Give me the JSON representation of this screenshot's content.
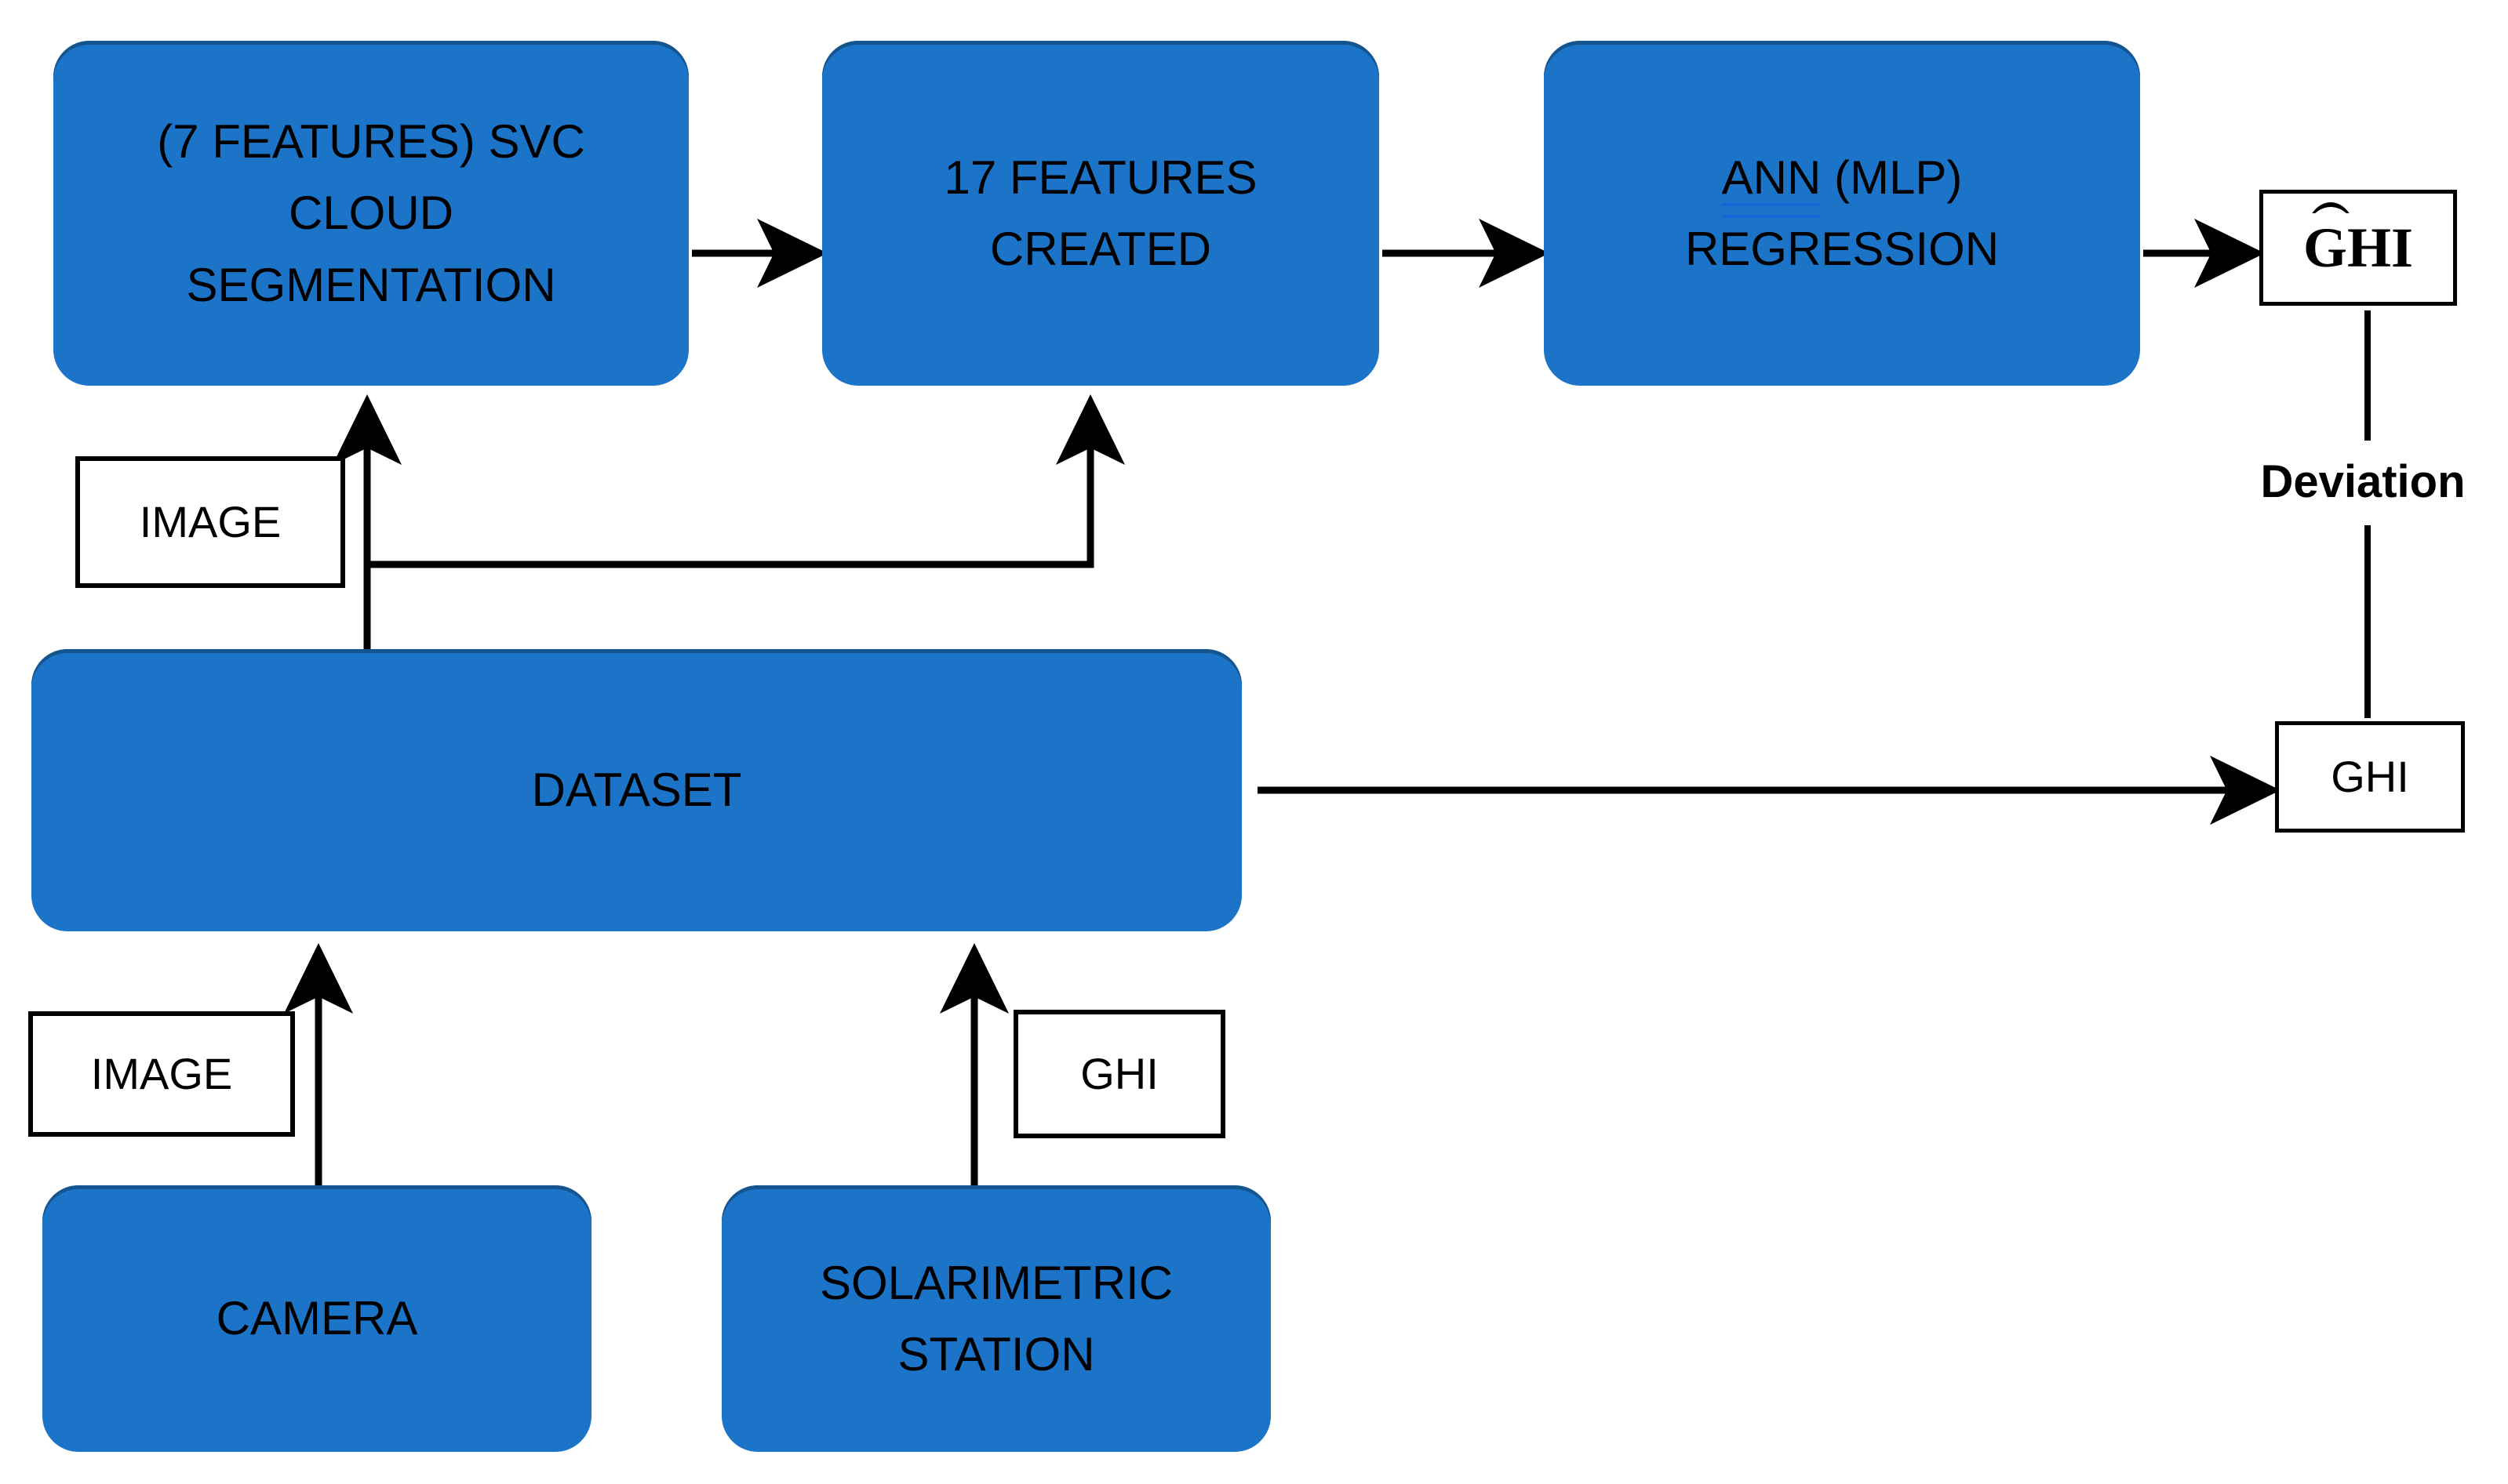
{
  "diagram": {
    "title": "GHI estimation methodology flowchart",
    "colors": {
      "process_fill": "#1B74C8",
      "process_shadow": "#14548F",
      "connector": "#000000",
      "spellcheck_underline": "#1565D8",
      "background": "#FFFFFF"
    },
    "nodes": {
      "svc": {
        "line1": "(7 FEATURES) SVC",
        "line2": "CLOUD",
        "line3": "SEGMENTATION"
      },
      "features": {
        "line1": "17 FEATURES",
        "line2": "CREATED"
      },
      "ann": {
        "line1_a": "ANN",
        "line1_b": " (MLP)",
        "line2": "REGRESSION"
      },
      "dataset": {
        "label": "DATASET"
      },
      "camera": {
        "label": "CAMERA"
      },
      "station": {
        "line1": "SOLARIMETRIC",
        "line2": "STATION"
      },
      "image_top": {
        "label": "IMAGE"
      },
      "image_bottom": {
        "label": "IMAGE"
      },
      "ghi_label": {
        "label": "GHI"
      },
      "ghi_predicted": {
        "label": "GHI",
        "accent": "hat"
      },
      "ghi_true": {
        "label": "GHI"
      },
      "deviation": {
        "label": "Deviation"
      }
    },
    "edges": [
      {
        "from": "svc",
        "to": "features",
        "type": "arrow",
        "direction": "right"
      },
      {
        "from": "features",
        "to": "ann",
        "type": "arrow",
        "direction": "right"
      },
      {
        "from": "ann",
        "to": "ghi_predicted",
        "type": "arrow",
        "direction": "right"
      },
      {
        "from": "dataset",
        "to": "svc",
        "type": "arrow",
        "direction": "up"
      },
      {
        "from": "dataset",
        "to": "features",
        "type": "arrow",
        "direction": "up-right-elbow"
      },
      {
        "from": "dataset",
        "to": "ghi_true",
        "type": "arrow",
        "direction": "right"
      },
      {
        "from": "camera",
        "to": "dataset",
        "type": "arrow",
        "direction": "up"
      },
      {
        "from": "station",
        "to": "dataset",
        "type": "arrow",
        "direction": "up"
      },
      {
        "from": "ghi_predicted",
        "to": "ghi_true",
        "type": "line-with-label",
        "label": "Deviation"
      }
    ]
  }
}
